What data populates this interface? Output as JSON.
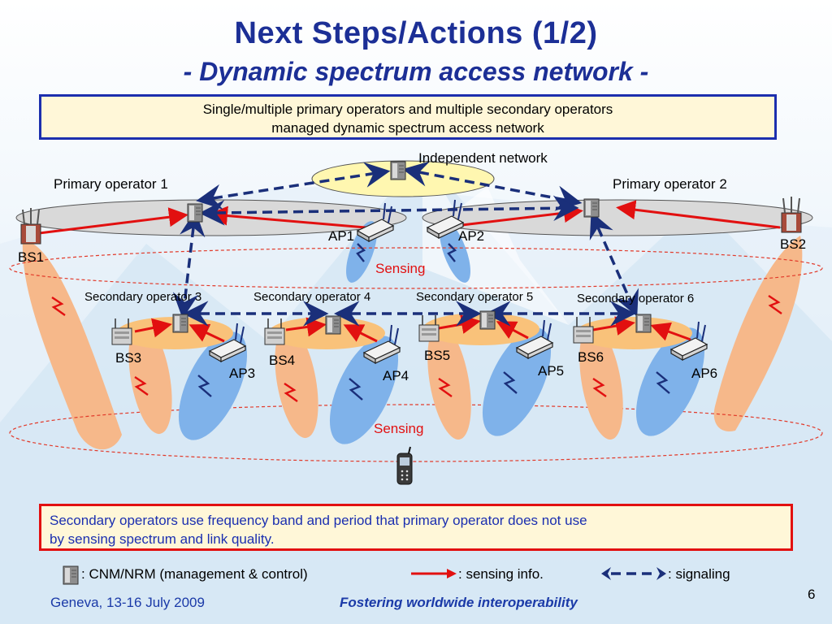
{
  "title": {
    "line1": "Next Steps/Actions (1/2)",
    "line2": "- Dynamic spectrum access network -"
  },
  "top_box": {
    "line1": "Single/multiple primary operators and multiple secondary operators",
    "line2": "managed dynamic spectrum access network"
  },
  "diagram": {
    "independent_network": "Independent network",
    "primary_operator_1": "Primary operator 1",
    "primary_operator_2": "Primary operator 2",
    "bs1": "BS1",
    "bs2": "BS2",
    "ap1": "AP1",
    "ap2": "AP2",
    "sensing_top": "Sensing",
    "sensing_bottom": "Sensing",
    "secondary_operators": [
      {
        "name": "Secondary operator 3",
        "bs": "BS3",
        "ap": "AP3"
      },
      {
        "name": "Secondary operator 4",
        "bs": "BS4",
        "ap": "AP4"
      },
      {
        "name": "Secondary operator 5",
        "bs": "BS5",
        "ap": "AP5"
      },
      {
        "name": "Secondary operator 6",
        "bs": "BS6",
        "ap": "AP6"
      }
    ]
  },
  "bottom_box": {
    "line1": "Secondary operators use frequency band and period that primary operator does not use",
    "line2": "by sensing spectrum and link quality."
  },
  "legend": {
    "cnm": ": CNM/NRM (management & control)",
    "sensing": ": sensing info.",
    "signaling": ": signaling"
  },
  "footer": {
    "location": "Geneva, 13-16 July 2009",
    "slogan": "Fostering worldwide interoperability",
    "page": "6"
  },
  "colors": {
    "title": "#1c2f96",
    "sensing_arrow": "#e21010",
    "signaling_arrow": "#1a2f7a",
    "bs_beam": "#f6b88a",
    "ap_beam": "#7fb2ea"
  }
}
